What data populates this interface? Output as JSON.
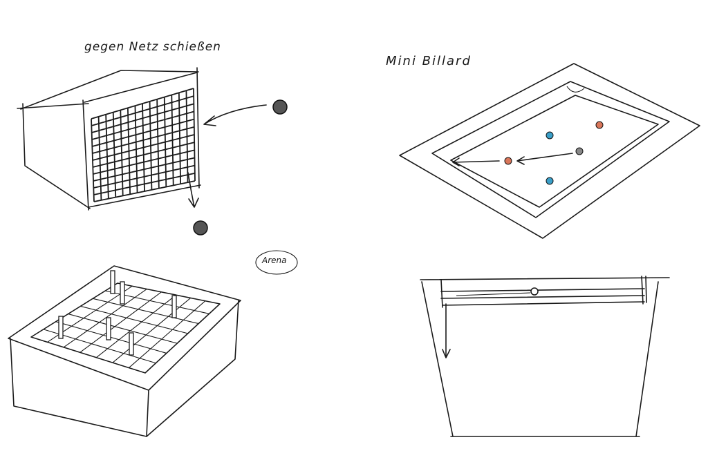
{
  "sketches": {
    "net": {
      "label": "gegen Netz schießen"
    },
    "billiard": {
      "label": "Mini Billard"
    },
    "arena": {
      "label": "Arena"
    }
  },
  "colors": {
    "ink": "#1a1a1a",
    "blue_ball": "#3a9fc8",
    "red_ball": "#d9765a",
    "paper": "#ffffff"
  }
}
